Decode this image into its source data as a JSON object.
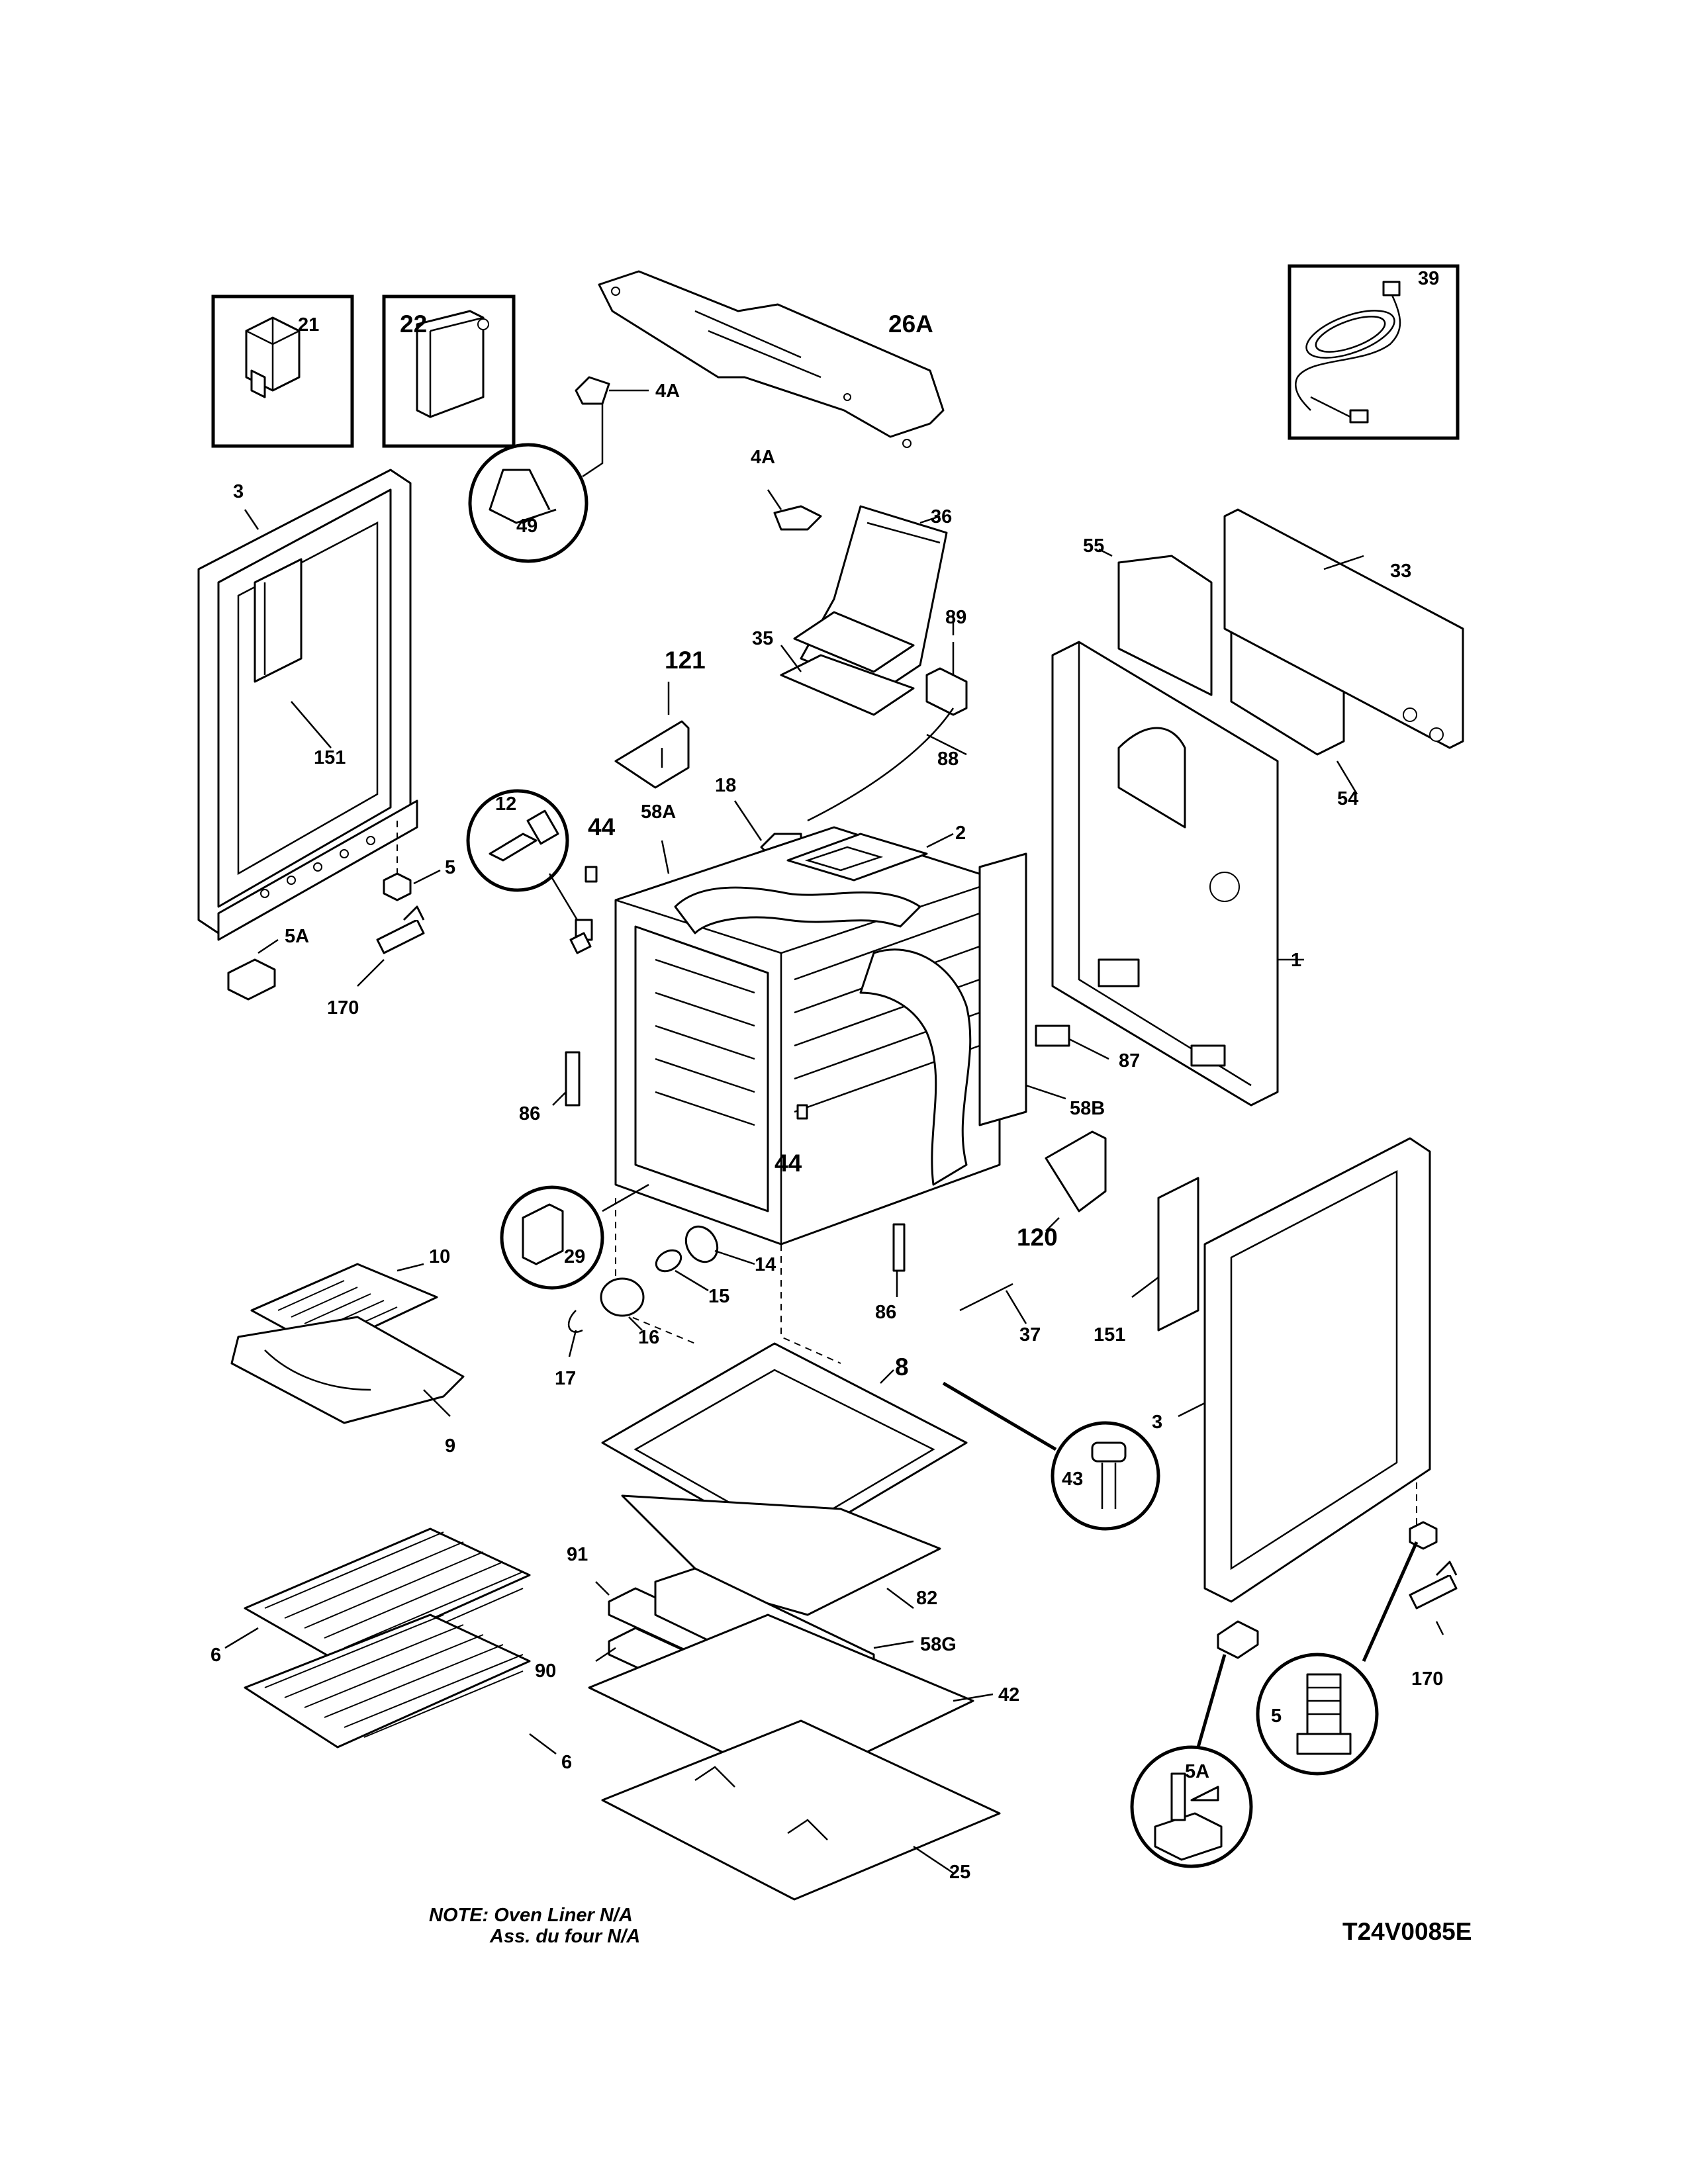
{
  "labels": {
    "p1": "1",
    "p2": "2",
    "p3_left": "3",
    "p3_right": "3",
    "p4a_top": "4A",
    "p4a_mid": "4A",
    "p5": "5",
    "p5_detail": "5",
    "p5a": "5A",
    "p5a_detail": "5A",
    "p6_upper": "6",
    "p6_lower": "6",
    "p8": "8",
    "p9": "9",
    "p10": "10",
    "p12": "12",
    "p14": "14",
    "p15": "15",
    "p16": "16",
    "p17": "17",
    "p18": "18",
    "p21": "21",
    "p22": "22",
    "p25": "25",
    "p26a": "26A",
    "p29": "29",
    "p33": "33",
    "p35": "35",
    "p36": "36",
    "p37": "37",
    "p39": "39",
    "p42": "42",
    "p43": "43",
    "p44_upper": "44",
    "p44_lower": "44",
    "p49": "49",
    "p54": "54",
    "p55": "55",
    "p58a": "58A",
    "p58b": "58B",
    "p58g": "58G",
    "p82": "82",
    "p86_left": "86",
    "p86_right": "86",
    "p87": "87",
    "p88": "88",
    "p89": "89",
    "p90": "90",
    "p91": "91",
    "p120": "120",
    "p121": "121",
    "p151_left": "151",
    "p151_right": "151",
    "p170_left": "170",
    "p170_right": "170"
  },
  "note": {
    "line1": "NOTE: Oven Liner N/A",
    "line2": "Ass. du four N/A"
  },
  "diagram_code": "T24V0085E"
}
